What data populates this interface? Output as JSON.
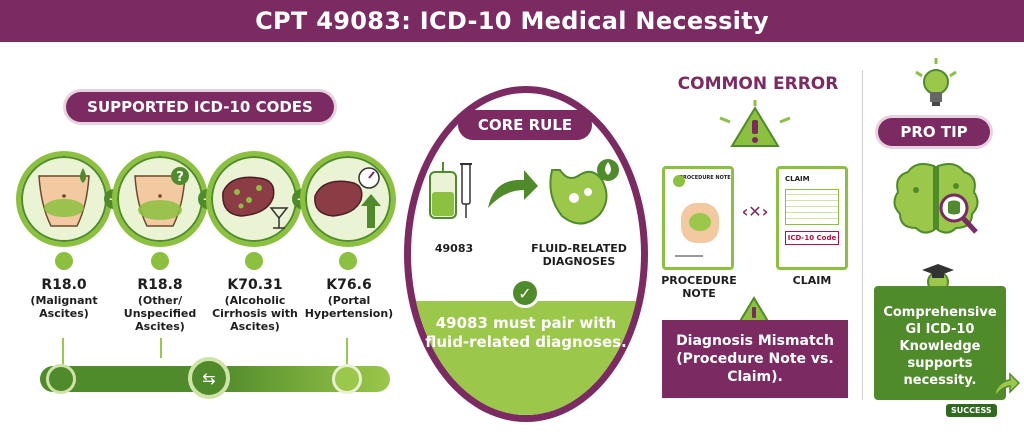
{
  "header": {
    "title": "CPT 49083: ICD-10 Medical Necessity"
  },
  "supported": {
    "heading": "SUPPORTED ICD-10 CODES",
    "codes": [
      {
        "code": "R18.0",
        "desc": "(Malignant Ascites)"
      },
      {
        "code": "R18.8",
        "desc": "(Other/ Unspecified Ascites)"
      },
      {
        "code": "K70.31",
        "desc": "(Alcoholic Cirrhosis with Ascites)"
      },
      {
        "code": "K76.6",
        "desc": "(Portal Hypertension)"
      }
    ],
    "icons": [
      "abdomen-fluid-drop-icon",
      "abdomen-question-icon",
      "cirrhotic-liver-cocktail-icon",
      "liver-gauge-arrow-icon",
      "document-icon",
      "arrow-right-icon",
      "checkmark-icon",
      "split-arrow-icon"
    ]
  },
  "core": {
    "heading": "CORE RULE",
    "left_label": "49083",
    "right_label": "FLUID-RELATED DIAGNOSES",
    "rule": "49083 must pair with fluid-related diagnoses.",
    "icons": [
      "iv-bag-syringe-icon",
      "curved-arrow-icon",
      "stomach-fluid-icon",
      "check-circle-icon"
    ]
  },
  "error": {
    "heading": "COMMON ERROR",
    "doc_left_title": "PROCEDURE NOTE",
    "doc_right_title": "CLAIM",
    "claim_code": "ICD-10 Code",
    "left_label": "PROCEDURE NOTE",
    "right_label": "CLAIM",
    "message": "Diagnosis Mismatch (Procedure Note vs. Claim).",
    "icons": [
      "warning-triangle-icon",
      "mismatch-x-icon",
      "warning-small-icon"
    ]
  },
  "tip": {
    "heading": "PRO TIP",
    "message": "Comprehensive GI ICD-10 Knowledge supports necessity.",
    "success": "SUCCESS",
    "icons": [
      "lightbulb-icon",
      "brain-database-icon",
      "graduation-cap-icon",
      "success-arrow-icon"
    ]
  },
  "colors": {
    "brand": "#7b2a62",
    "green": "#8cc13f",
    "dark_green": "#4f8a2b"
  }
}
